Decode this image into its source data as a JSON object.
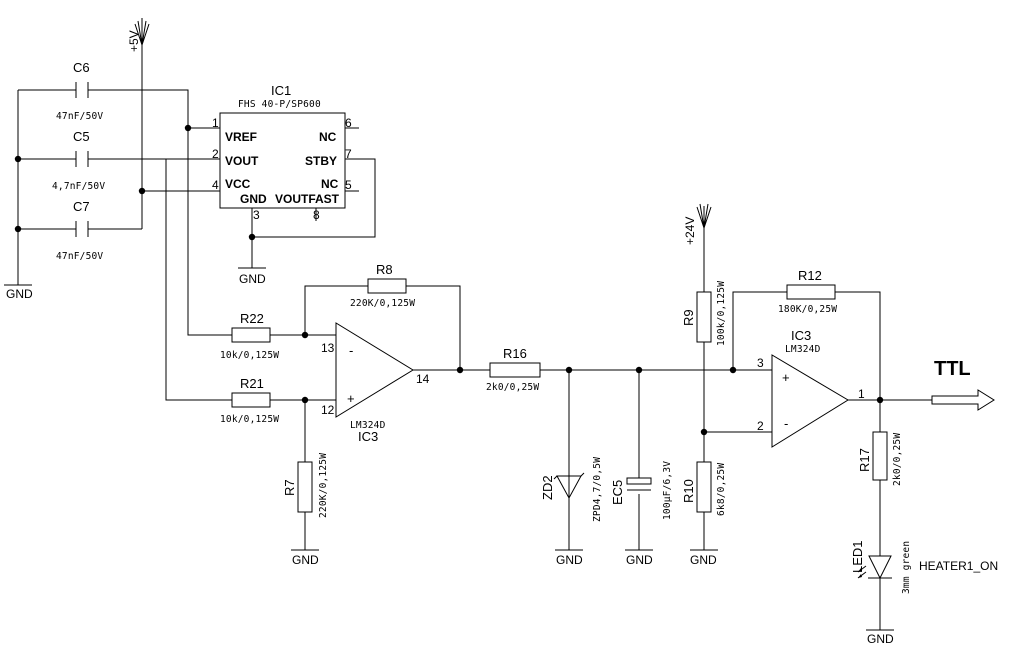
{
  "power": {
    "v5": "+5V",
    "v24": "+24V"
  },
  "ic1": {
    "ref": "IC1",
    "part": "FHS 40-P/SP600",
    "pins": [
      {
        "num": "1",
        "label": "VREF"
      },
      {
        "num": "2",
        "label": "VOUT"
      },
      {
        "num": "4",
        "label": "VCC"
      },
      {
        "num": "6",
        "label": "NC"
      },
      {
        "num": "7",
        "label": "STBY"
      },
      {
        "num": "5",
        "label": "NC"
      },
      {
        "num": "3",
        "label": "GND"
      },
      {
        "num": "8",
        "label": "VOUTFAST"
      }
    ]
  },
  "capacitors": {
    "c6": {
      "ref": "C6",
      "value": "47nF/50V"
    },
    "c5": {
      "ref": "C5",
      "value": "4,7nF/50V"
    },
    "c7": {
      "ref": "C7",
      "value": "47nF/50V"
    },
    "ec5": {
      "ref": "EC5",
      "value": "100µF/6,3V"
    }
  },
  "resistors": {
    "r8": {
      "ref": "R8",
      "value": "220K/0,125W"
    },
    "r22": {
      "ref": "R22",
      "value": "10k/0,125W"
    },
    "r21": {
      "ref": "R21",
      "value": "10k/0,125W"
    },
    "r7": {
      "ref": "R7",
      "value": "220K/0,125W"
    },
    "r16": {
      "ref": "R16",
      "value": "2k0/0,25W"
    },
    "r9": {
      "ref": "R9",
      "value": "100k/0,125W"
    },
    "r10": {
      "ref": "R10",
      "value": "6k8/0,25W"
    },
    "r12": {
      "ref": "R12",
      "value": "180K/0,25W"
    },
    "r17": {
      "ref": "R17",
      "value": "2k0/0,25W"
    }
  },
  "opamp1": {
    "ref": "IC3",
    "part": "LM324D",
    "pin_inv": "13",
    "pin_noninv": "12",
    "pin_out": "14",
    "sign_minus": "-",
    "sign_plus": "+"
  },
  "opamp2": {
    "ref": "IC3",
    "part": "LM324D",
    "pin_noninv": "3",
    "pin_inv": "2",
    "pin_out": "1",
    "sign_minus": "-",
    "sign_plus": "+"
  },
  "zener": {
    "ref": "ZD2",
    "value": "ZPD4,7/0,5W"
  },
  "led": {
    "ref": "LED1",
    "value": "3mm green",
    "net": "HEATER1_ON"
  },
  "output": {
    "label": "TTL"
  },
  "gnd": "GND"
}
